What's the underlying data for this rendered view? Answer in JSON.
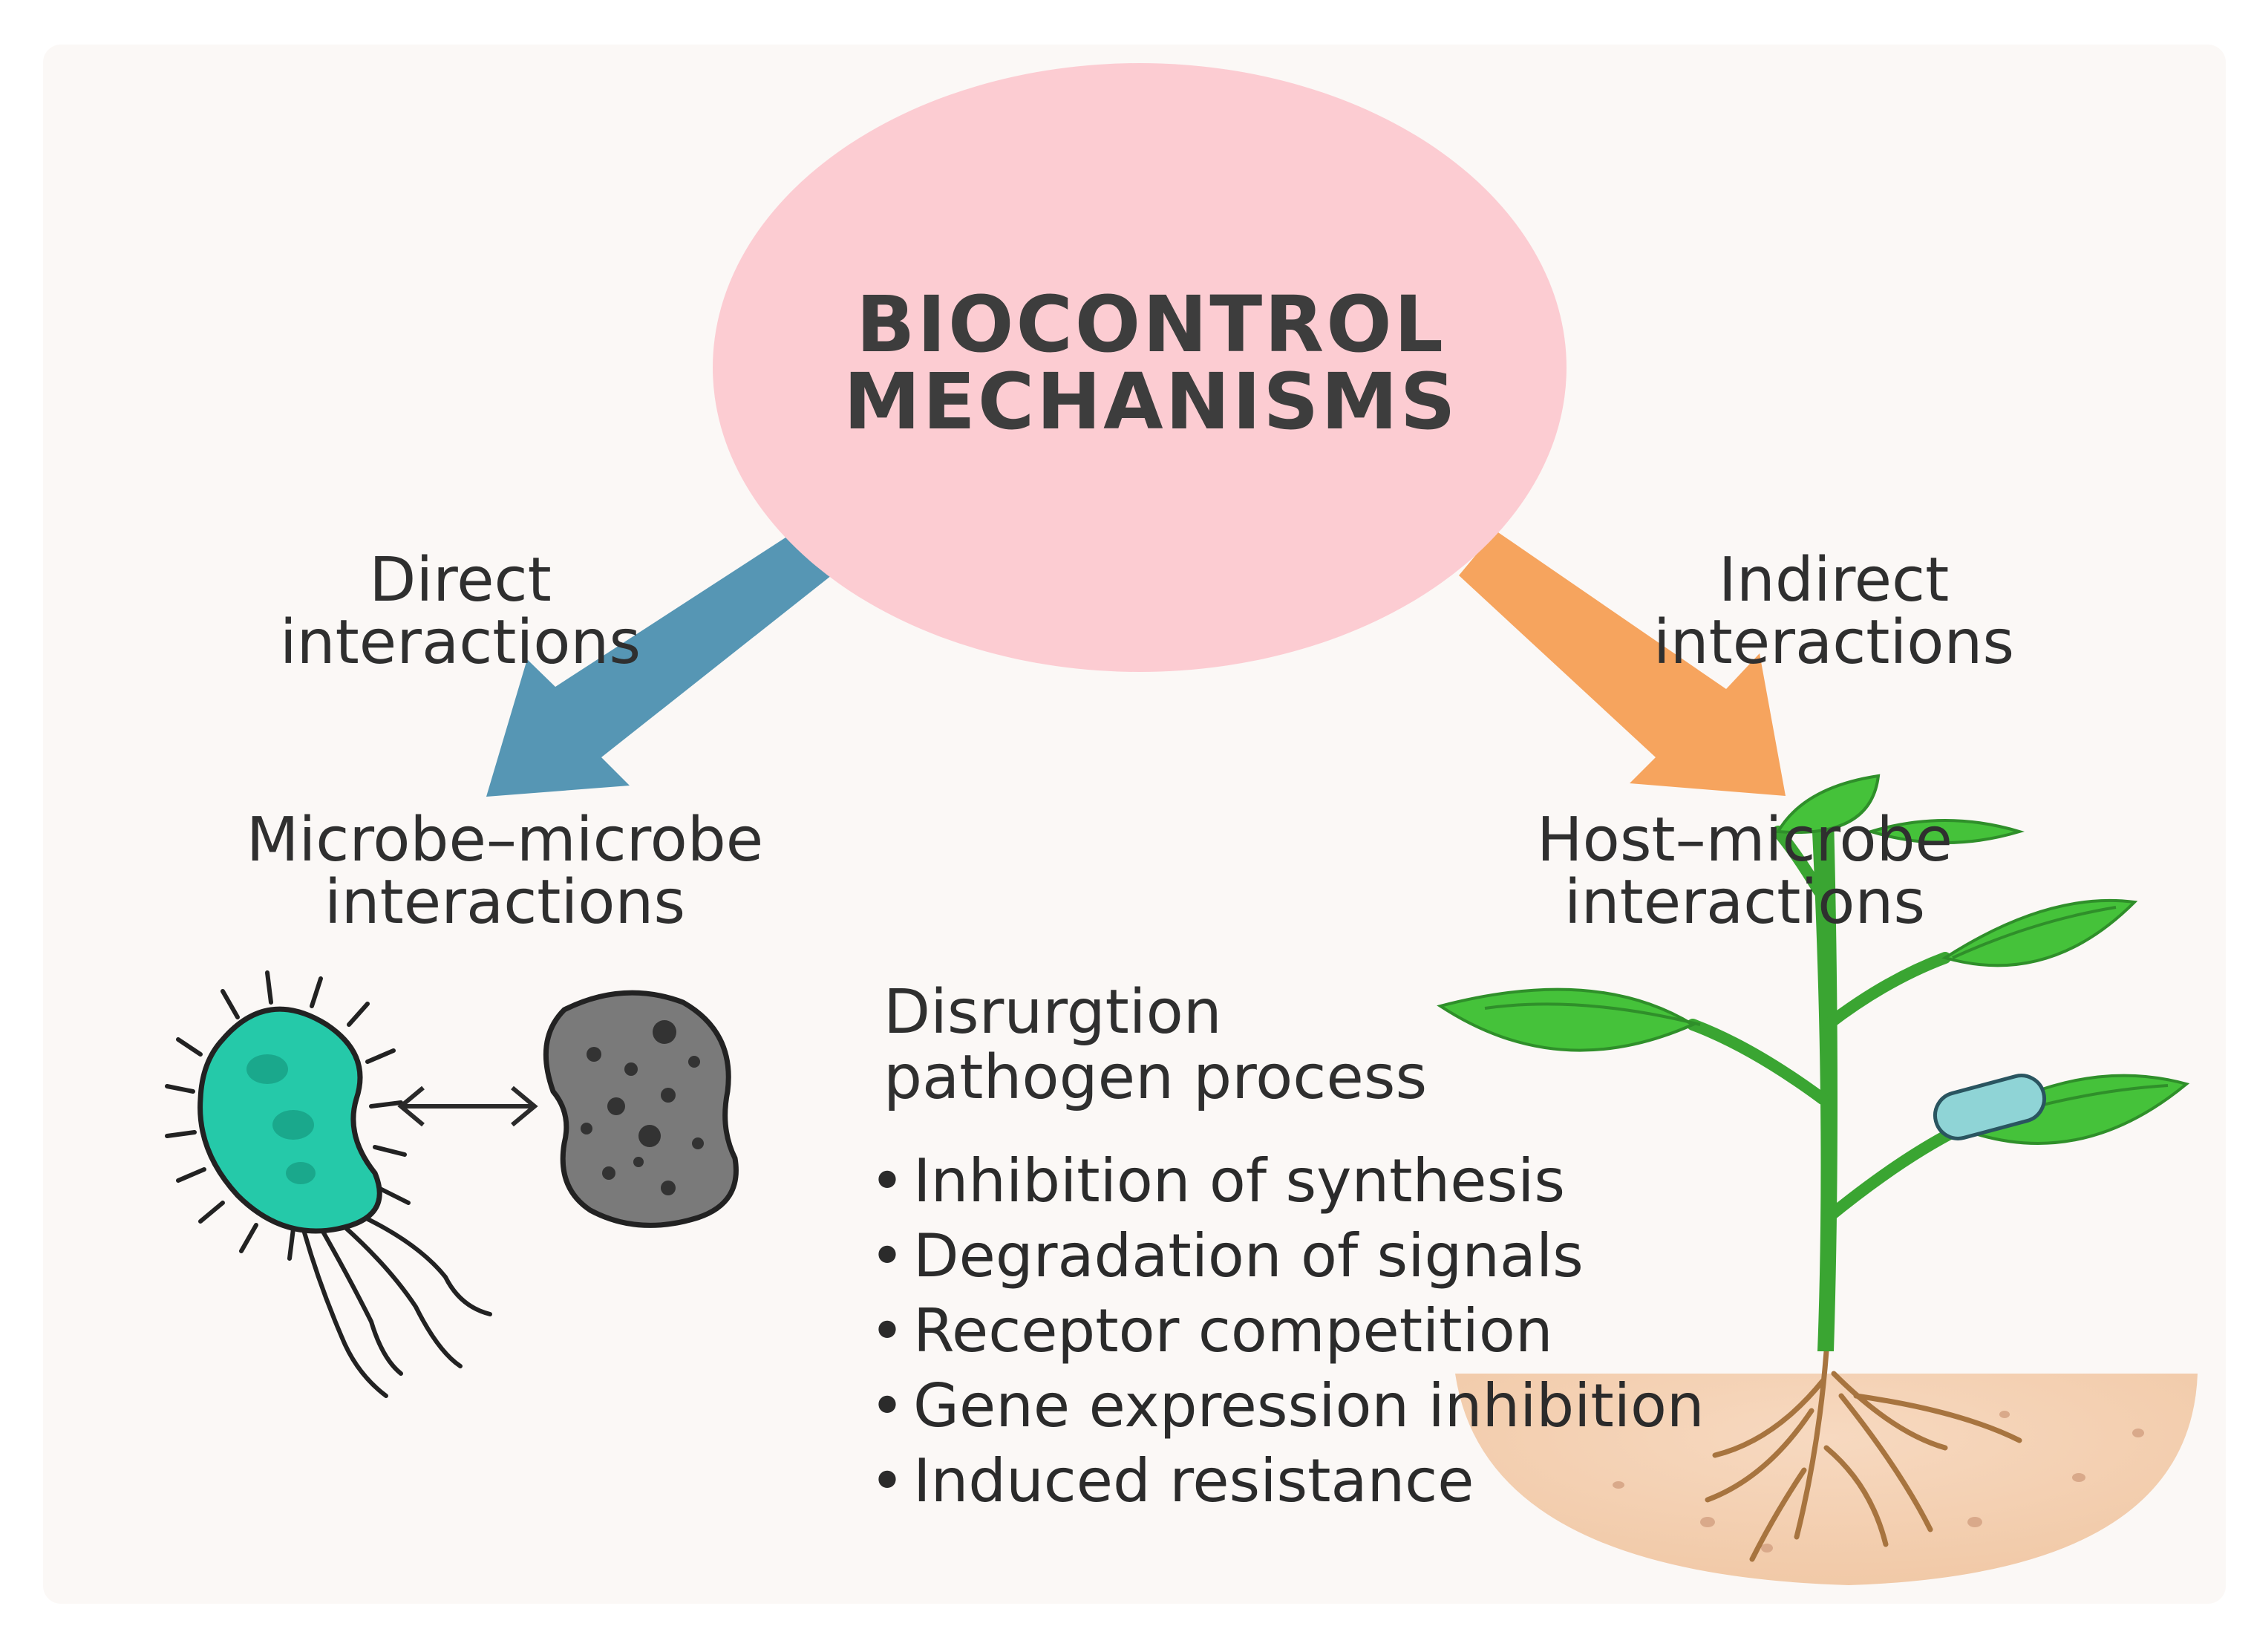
{
  "title": {
    "line1": "BIOCONTROL",
    "line2": "MECHANISMS"
  },
  "branches": {
    "direct": {
      "line1": "Direct",
      "line2": "interactions",
      "color": "#5696b4"
    },
    "indirect": {
      "line1": "Indirect",
      "line2": "interactions",
      "color": "#f6a45e"
    }
  },
  "categories": {
    "microbe_microbe": {
      "line1": "Microbe–microbe",
      "line2": "interactions"
    },
    "host_microbe": {
      "line1": "Host–microbe",
      "line2": "interactions"
    }
  },
  "disruption": {
    "line1": "Disrurgtion",
    "line2": "pathogen process",
    "items": [
      "Inhibition of synthesis",
      "Degradation of signals",
      "Receptor competition",
      "Gene expression inhibition",
      "Induced resistance"
    ]
  },
  "colors": {
    "ellipse": "#fcccd2",
    "bacterium": "#25c9a9",
    "pathogen": "#7a7a7a",
    "leaf": "#45c23a",
    "stem": "#3aa532",
    "root": "#a7743f",
    "soil": "#f4d2b6"
  },
  "icons": [
    "bacterium-icon",
    "pathogen-icon",
    "double-arrow-icon",
    "plant-icon"
  ]
}
